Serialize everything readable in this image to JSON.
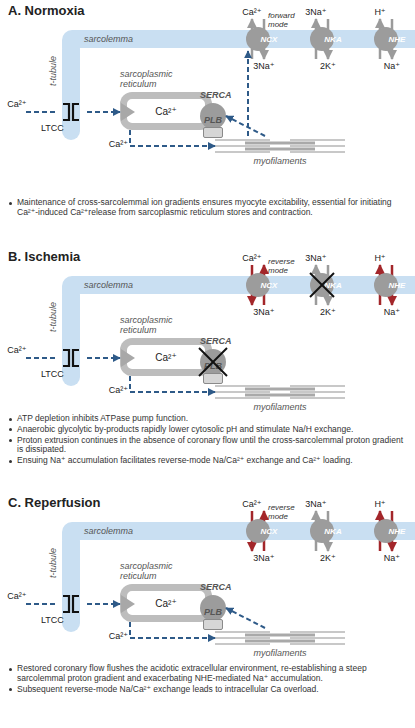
{
  "diagram": {
    "nodes": [
      {
        "text": [
          "sarcolemma"
        ]
      },
      {
        "text": [
          "NCX"
        ],
        "in": 0
      },
      {
        "text": [
          "NKA"
        ],
        "in": 0
      },
      {
        "text": [
          "NHE"
        ],
        "in": 0
      },
      {
        "text": [
          "LTCC"
        ]
      },
      {
        "text": [
          "sarcoplasmic reticulum",
          "Ca²⁺"
        ]
      },
      {
        "text": [
          "SERCA"
        ],
        "in": 5
      },
      {
        "text": [
          "PLB"
        ],
        "in": 5
      },
      {
        "text": [
          "myofilaments"
        ]
      },
      {
        "text": [
          "sarcolemma"
        ]
      },
      {
        "text": [
          "NCX"
        ],
        "in": 9
      },
      {
        "text": [
          "NKA"
        ],
        "in": 9
      },
      {
        "text": [
          "NHE"
        ],
        "in": 9
      },
      {
        "text": [
          "LTCC"
        ]
      },
      {
        "text": [
          "sarcoplasmic reticulum",
          "Ca²⁺"
        ]
      },
      {
        "text": [
          "SERCA"
        ],
        "in": 14
      },
      {
        "text": [
          "PLB"
        ],
        "in": 14
      },
      {
        "text": [
          "myofilaments"
        ]
      },
      {
        "text": [
          "sarcolemma"
        ]
      },
      {
        "text": [
          "NCX"
        ],
        "in": 18
      },
      {
        "text": [
          "NKA"
        ],
        "in": 18
      },
      {
        "text": [
          "NHE"
        ],
        "in": 18
      },
      {
        "text": [
          "LTCC"
        ]
      },
      {
        "text": [
          "sarcoplasmic reticulum",
          "Ca²⁺"
        ]
      },
      {
        "text": [
          "SERCA"
        ],
        "in": 23
      },
      {
        "text": [
          "PLB"
        ],
        "in": 23
      },
      {
        "text": [
          "myofilaments"
        ]
      }
    ],
    "edges": [
      {
        "from": 4,
        "to": 5,
        "arrow": "to"
      },
      {
        "from": 5,
        "to": 8,
        "arrow": "to"
      },
      {
        "from": 8,
        "to": 6,
        "arrow": "to"
      },
      {
        "from": 8,
        "to": 1,
        "arrow": "to"
      },
      {
        "from": 13,
        "to": 14,
        "arrow": "to"
      },
      {
        "from": 14,
        "to": 17,
        "arrow": "to"
      },
      {
        "from": 22,
        "to": 23,
        "arrow": "to"
      },
      {
        "from": 23,
        "to": 26,
        "arrow": "to"
      },
      {
        "from": 26,
        "to": 24,
        "arrow": "to"
      }
    ],
    "labels": [
      "A. Normoxia",
      "Ca²⁺",
      "3Na⁺",
      "H⁺",
      "forward mode",
      "3Na⁺",
      "2K⁺",
      "Na⁺",
      "t-tubule",
      "Ca²⁺",
      "Ca²⁺",
      "Maintenance of cross-sarcolemmal ion gradients ensures myocyte excitability, essential for initiating Ca²⁺-induced Ca²⁺release from sarcoplasmic reticulum stores and contraction.",
      "B. Ischemia",
      "Ca²⁺",
      "3Na⁺",
      "H⁺",
      "reverse mode",
      "3Na⁺",
      "2K⁺",
      "Na⁺",
      "t-tubule",
      "Ca²⁺",
      "Ca²⁺",
      "ATP depletion inhibits ATPase pump function.",
      "Anaerobic glycolytic by-products rapidly lower cytosolic pH and stimulate Na/H exchange.",
      "Proton extrusion continues in the absence of coronary flow until the cross-sarcolemmal proton gradient is dissipated.",
      "Ensuing Na⁺ accumulation facilitates reverse-mode Na/Ca²⁺ exchange and Ca²⁺ loading.",
      "C. Reperfusion",
      "Ca²⁺",
      "3Na⁺",
      "H⁺",
      "reverse mode",
      "3Na⁺",
      "2K⁺",
      "Na⁺",
      "t-tubule",
      "Ca²⁺",
      "Ca²⁺",
      "Restored coronary flow flushes the acidotic extracellular environment, re-establishing a steep sarcolemmal proton gradient and exacerbating NHE-mediated Na⁺ accumulation.",
      "Subsequent reverse-mode Na/Ca²⁺ exchange leads to intracellular Ca overload."
    ]
  }
}
